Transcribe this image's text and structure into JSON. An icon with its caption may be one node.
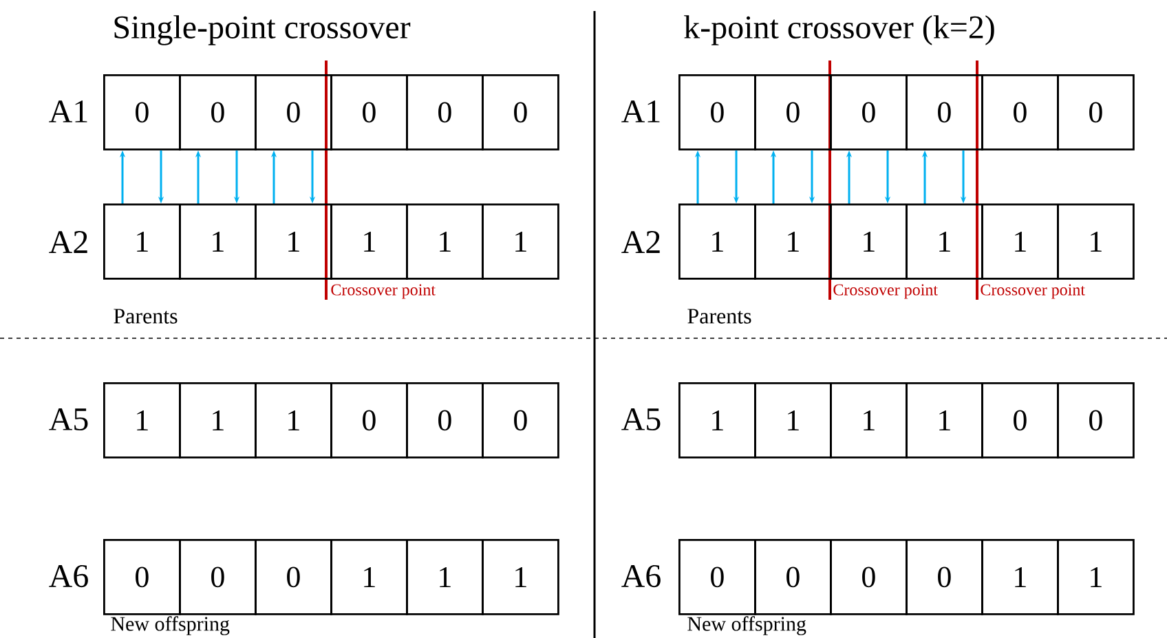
{
  "diagram": {
    "nodes": [
      {
        "text": [
          "0"
        ]
      },
      {
        "text": [
          "0"
        ]
      },
      {
        "text": [
          "0"
        ]
      },
      {
        "text": [
          "0"
        ]
      },
      {
        "text": [
          "0"
        ]
      },
      {
        "text": [
          "0"
        ]
      },
      {
        "text": [
          "1"
        ]
      },
      {
        "text": [
          "1"
        ]
      },
      {
        "text": [
          "1"
        ]
      },
      {
        "text": [
          "1"
        ]
      },
      {
        "text": [
          "1"
        ]
      },
      {
        "text": [
          "1"
        ]
      },
      {
        "text": [
          "1"
        ]
      },
      {
        "text": [
          "1"
        ]
      },
      {
        "text": [
          "1"
        ]
      },
      {
        "text": [
          "0"
        ]
      },
      {
        "text": [
          "0"
        ]
      },
      {
        "text": [
          "0"
        ]
      },
      {
        "text": [
          "0"
        ]
      },
      {
        "text": [
          "0"
        ]
      },
      {
        "text": [
          "0"
        ]
      },
      {
        "text": [
          "1"
        ]
      },
      {
        "text": [
          "1"
        ]
      },
      {
        "text": [
          "1"
        ]
      },
      {
        "text": [
          "0"
        ]
      },
      {
        "text": [
          "0"
        ]
      },
      {
        "text": [
          "0"
        ]
      },
      {
        "text": [
          "0"
        ]
      },
      {
        "text": [
          "0"
        ]
      },
      {
        "text": [
          "0"
        ]
      },
      {
        "text": [
          "1"
        ]
      },
      {
        "text": [
          "1"
        ]
      },
      {
        "text": [
          "1"
        ]
      },
      {
        "text": [
          "1"
        ]
      },
      {
        "text": [
          "1"
        ]
      },
      {
        "text": [
          "1"
        ]
      },
      {
        "text": [
          "1"
        ]
      },
      {
        "text": [
          "1"
        ]
      },
      {
        "text": [
          "1"
        ]
      },
      {
        "text": [
          "1"
        ]
      },
      {
        "text": [
          "0"
        ]
      },
      {
        "text": [
          "0"
        ]
      },
      {
        "text": [
          "0"
        ]
      },
      {
        "text": [
          "0"
        ]
      },
      {
        "text": [
          "0"
        ]
      },
      {
        "text": [
          "0"
        ]
      },
      {
        "text": [
          "1"
        ]
      },
      {
        "text": [
          "1"
        ]
      }
    ],
    "edges": [
      {
        "from": 6,
        "to": 0,
        "arrow": "to"
      },
      {
        "from": 0,
        "to": 6,
        "arrow": "to"
      },
      {
        "from": 7,
        "to": 1,
        "arrow": "to"
      },
      {
        "from": 1,
        "to": 7,
        "arrow": "to"
      },
      {
        "from": 8,
        "to": 2,
        "arrow": "to"
      },
      {
        "from": 2,
        "to": 8,
        "arrow": "to"
      },
      {
        "from": 30,
        "to": 24,
        "arrow": "to"
      },
      {
        "from": 24,
        "to": 30,
        "arrow": "to"
      },
      {
        "from": 31,
        "to": 25,
        "arrow": "to"
      },
      {
        "from": 25,
        "to": 31,
        "arrow": "to"
      },
      {
        "from": 32,
        "to": 26,
        "arrow": "to"
      },
      {
        "from": 26,
        "to": 32,
        "arrow": "to"
      },
      {
        "from": 33,
        "to": 27,
        "arrow": "to"
      },
      {
        "from": 27,
        "to": 33,
        "arrow": "to"
      }
    ],
    "labels": [
      "Single-point crossover",
      "k-point crossover (k=2)",
      "A1",
      "A1",
      "A2",
      "A2",
      "Crossover point",
      "Crossover point",
      "Crossover point",
      "Parents",
      "Parents",
      "A5",
      "A5",
      "A6",
      "A6",
      "New offspring",
      "New offspring"
    ]
  }
}
